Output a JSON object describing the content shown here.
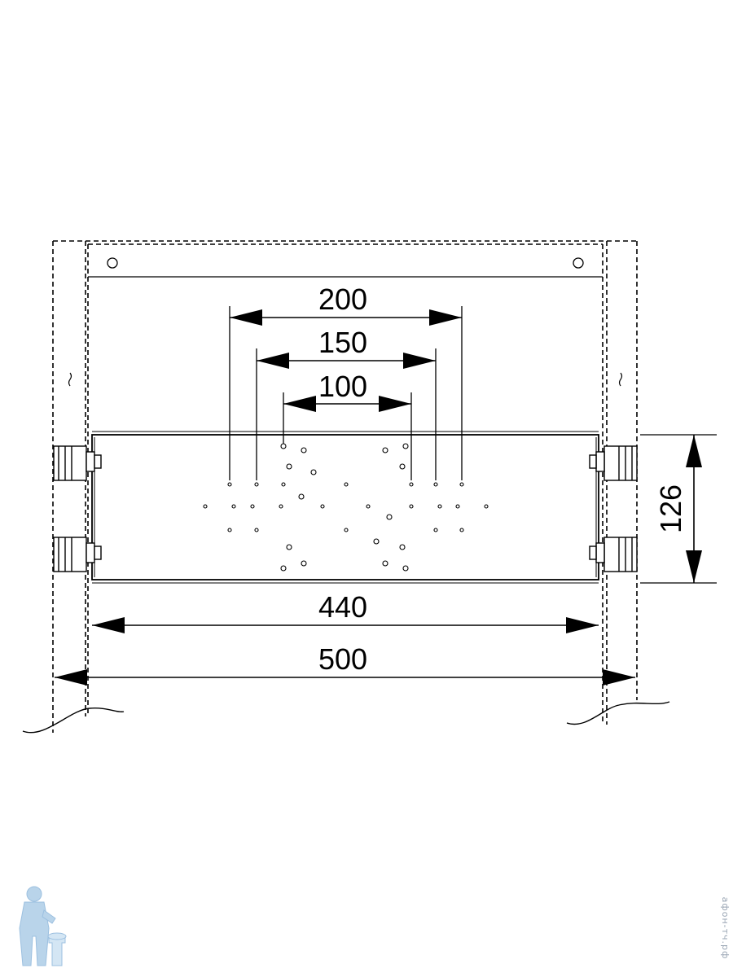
{
  "dimensions": {
    "d200": "200",
    "d150": "150",
    "d100": "100",
    "d440": "440",
    "d500": "500",
    "d126": "126"
  },
  "watermark": {
    "text": "афон-тч.рф",
    "color": "#9aa6b4",
    "logo_color": "#b9d4ea"
  }
}
